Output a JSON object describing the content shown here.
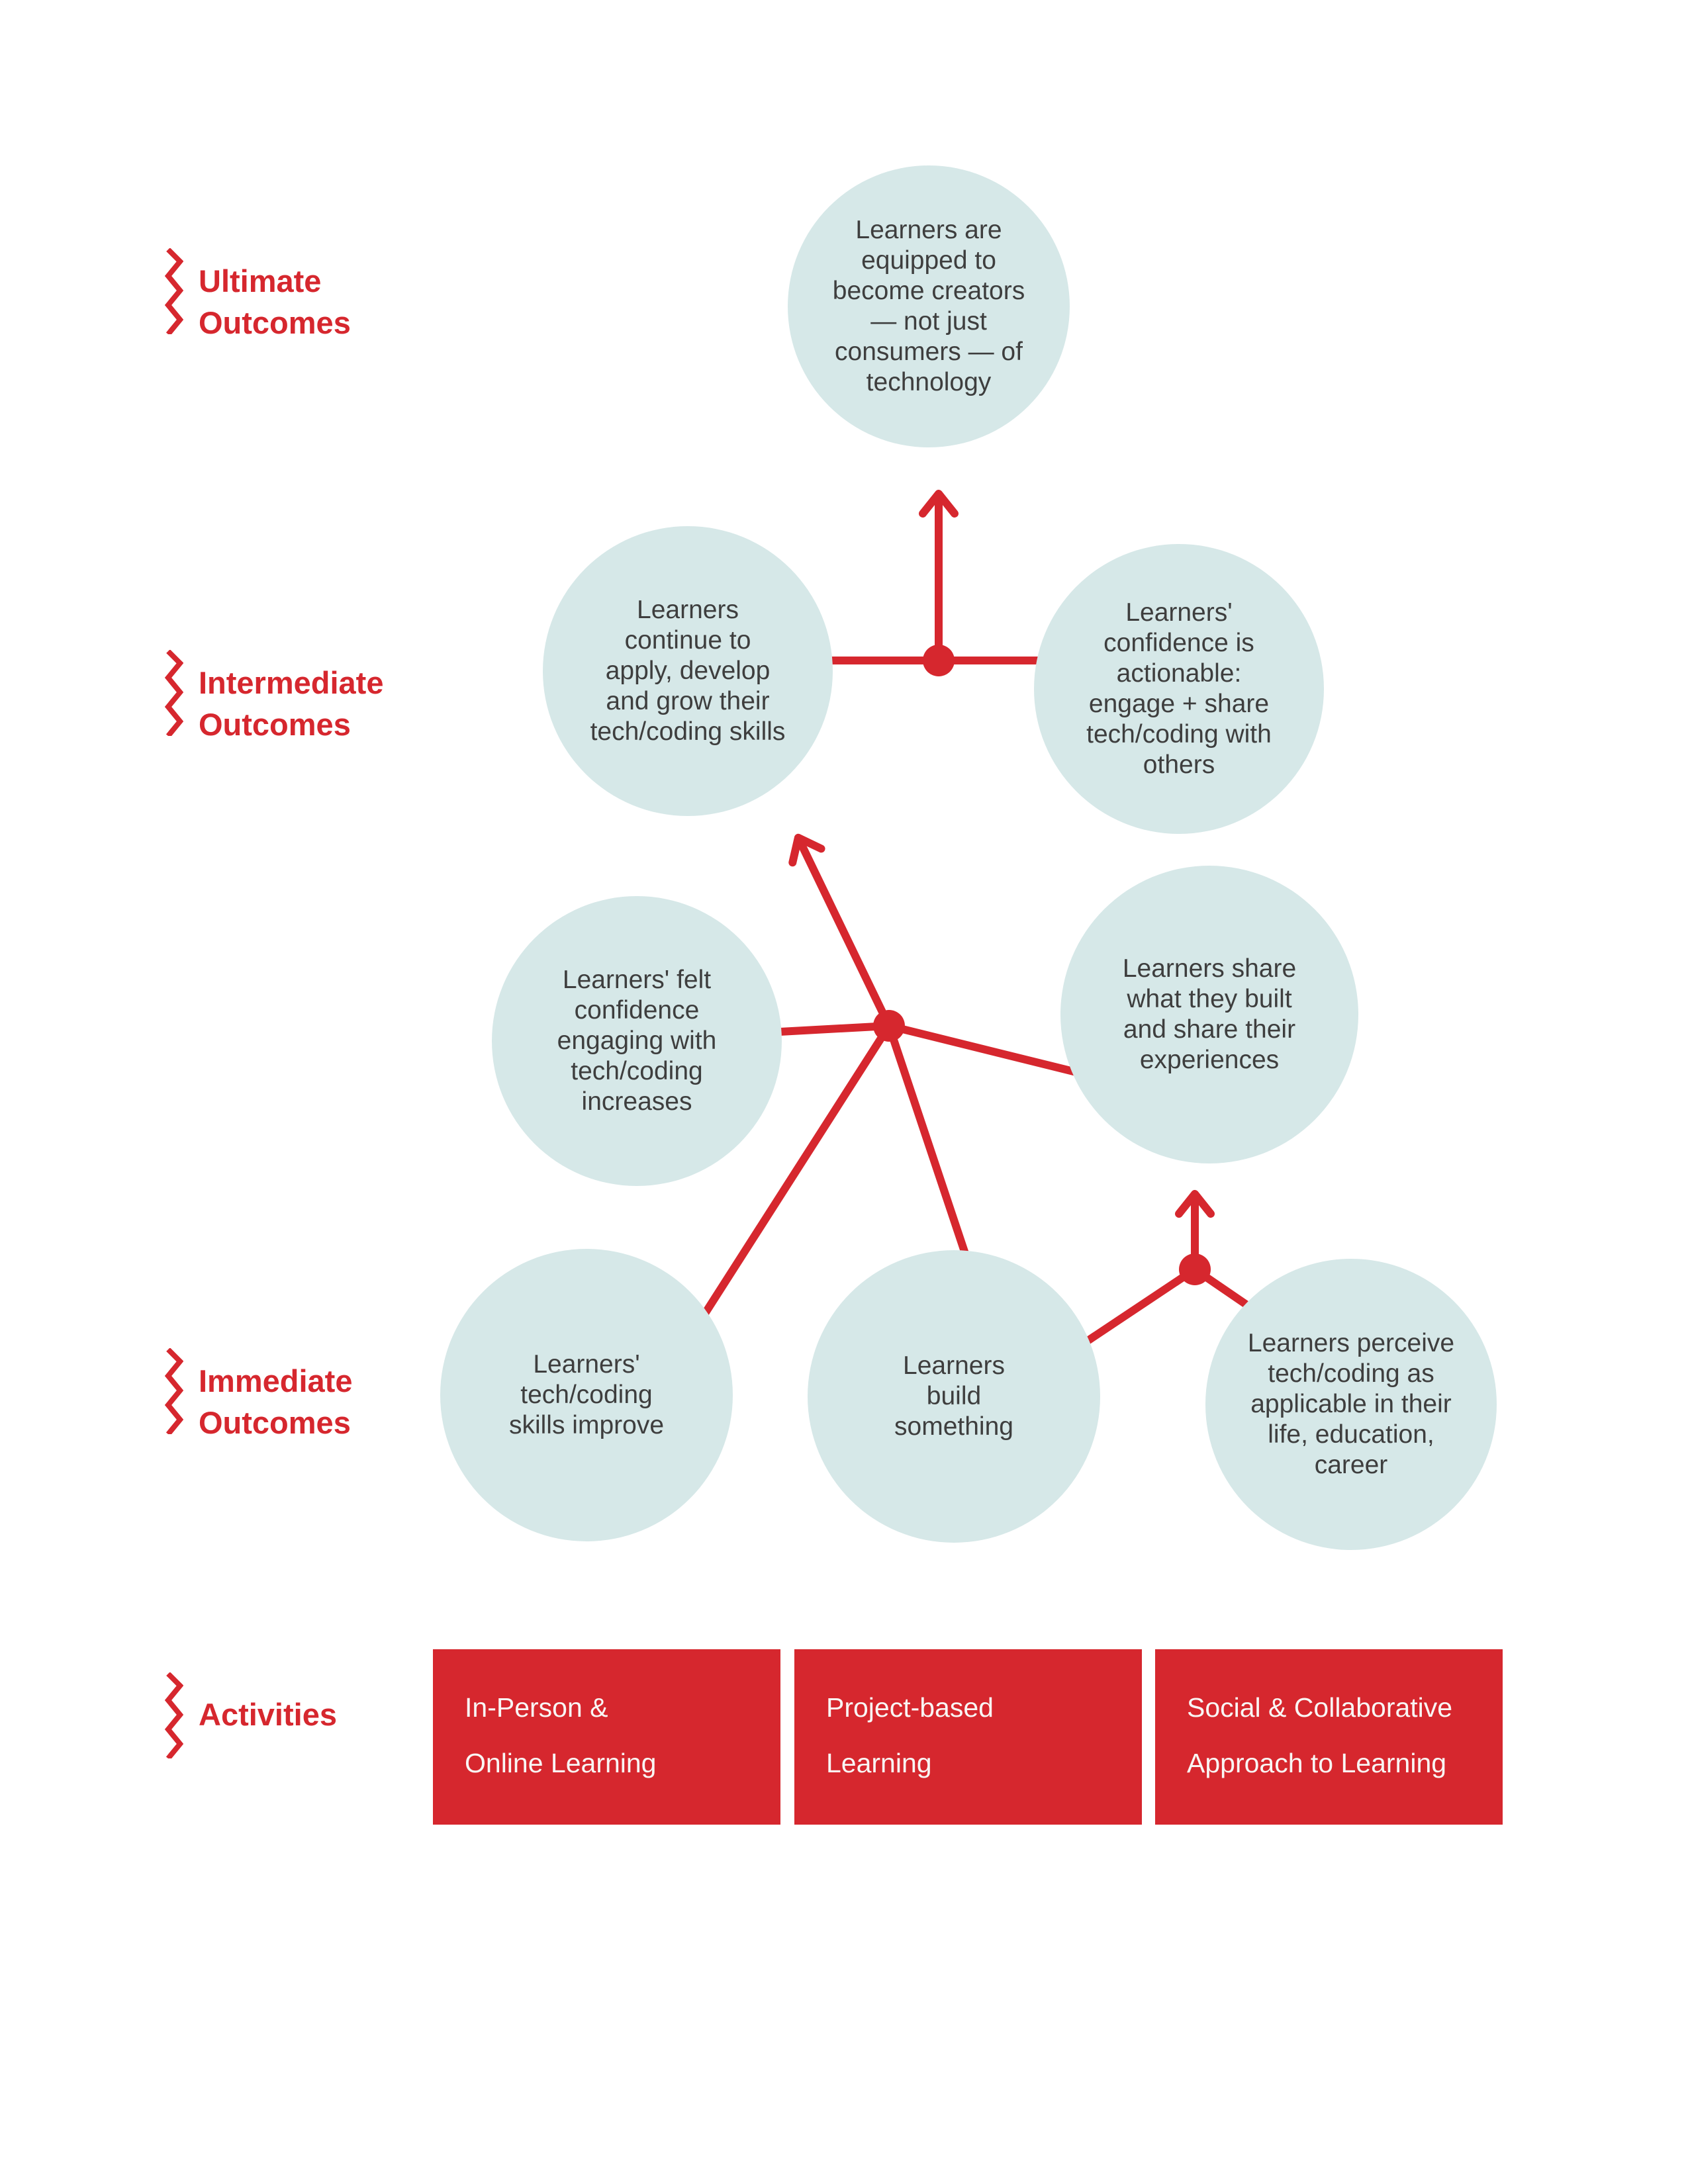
{
  "title": "Learning outcomes logic model",
  "colors": {
    "accent_red": "#d6272e",
    "circle_fill": "#d6e8e8",
    "circle_text": "#3e3e3e",
    "box_text": "#f9f6f4",
    "background": "#ffffff"
  },
  "sections": {
    "ultimate": {
      "line1": "Ultimate",
      "line2": "Outcomes"
    },
    "intermediate": {
      "line1": "Intermediate",
      "line2": "Outcomes"
    },
    "immediate": {
      "line1": "Immediate",
      "line2": "Outcomes"
    },
    "activities": {
      "line1": "Activities"
    }
  },
  "nodes": {
    "creators": {
      "row": "Ultimate Outcomes",
      "text": "Learners are equipped to become creators — not just consumers — of technology"
    },
    "continue_grow": {
      "row": "Intermediate Outcomes",
      "text": "Learners continue to apply, develop and grow their tech/coding skills"
    },
    "confidence_actionable": {
      "row": "Intermediate Outcomes",
      "text": "Learners' confidence is actionable: engage + share tech/coding with others"
    },
    "felt_confidence": {
      "row": "Immediate Outcomes",
      "text": "Learners' felt confidence engaging with tech/coding increases"
    },
    "share_built": {
      "row": "Immediate Outcomes",
      "text": "Learners share what they built and share their experiences"
    },
    "skills_improve": {
      "row": "Immediate Outcomes",
      "text": "Learners' tech/coding skills improve"
    },
    "build_something": {
      "row": "Immediate Outcomes",
      "text": "Learners build something"
    },
    "perceive_applicable": {
      "row": "Immediate Outcomes",
      "text": "Learners perceive tech/coding as applicable in their life, education, career"
    }
  },
  "edges": [
    {
      "from": [
        "continue_grow",
        "confidence_actionable"
      ],
      "to": "creators",
      "type": "arrow-up"
    },
    {
      "from": [
        "felt_confidence",
        "share_built",
        "skills_improve",
        "build_something"
      ],
      "to": "continue_grow",
      "type": "arrow-up"
    },
    {
      "from": [
        "build_something",
        "perceive_applicable"
      ],
      "to": "share_built",
      "type": "arrow-up"
    }
  ],
  "activities_boxes": {
    "box1": {
      "line1": "In-Person &",
      "line2": "Online Learning"
    },
    "box2": {
      "line1": "Project-based",
      "line2": "Learning"
    },
    "box3": {
      "line1": "Social & Collaborative",
      "line2": "Approach to Learning"
    }
  }
}
